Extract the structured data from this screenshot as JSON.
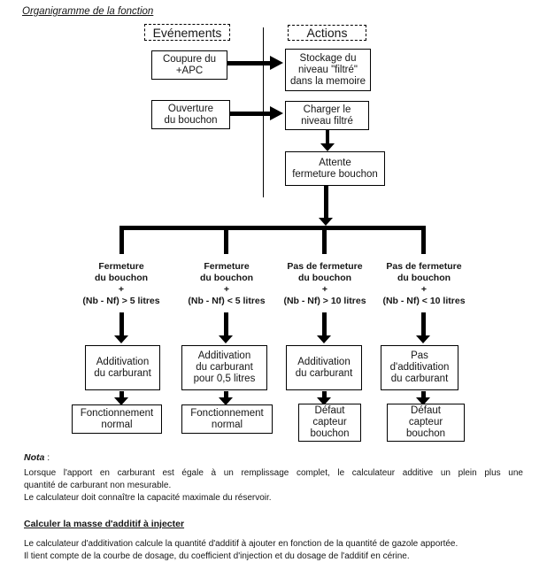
{
  "title": "Organigramme de la fonction",
  "diagram": {
    "headers": {
      "events": "Evénements",
      "actions": "Actions"
    },
    "nodes": {
      "coupure": [
        "Coupure du",
        "+APC"
      ],
      "stockage": [
        "Stockage du",
        "niveau \"filtré\"",
        "dans la memoire"
      ],
      "ouverture": [
        "Ouverture",
        "du bouchon"
      ],
      "charger": [
        "Charger le",
        "niveau filtré"
      ],
      "attente": [
        "Attente",
        "fermeture bouchon"
      ]
    },
    "branches": [
      {
        "condition": [
          "Fermeture",
          "du bouchon",
          "+",
          "(Nb - Nf) > 5 litres"
        ],
        "action": [
          "Additivation",
          "du carburant"
        ],
        "result": [
          "Fonctionnement",
          "normal"
        ]
      },
      {
        "condition": [
          "Fermeture",
          "du bouchon",
          "+",
          "(Nb - Nf) < 5 litres"
        ],
        "action": [
          "Additivation",
          "du carburant",
          "pour 0,5 litres"
        ],
        "result": [
          "Fonctionnement",
          "normal"
        ]
      },
      {
        "condition": [
          "Pas de fermeture",
          "du bouchon",
          "+",
          "(Nb - Nf) > 10 litres"
        ],
        "action": [
          "Additivation",
          "du carburant"
        ],
        "result": [
          "Défaut",
          "capteur",
          "bouchon"
        ]
      },
      {
        "condition": [
          "Pas de fermeture",
          "du bouchon",
          "+",
          "(Nb - Nf) < 10 litres"
        ],
        "action": [
          "Pas",
          "d'additivation",
          "du carburant"
        ],
        "result": [
          "Défaut",
          "capteur",
          "bouchon"
        ]
      }
    ]
  },
  "nota": {
    "label_word": "Nota",
    "label_colon": " :",
    "lines": [
      "Lorsque l'apport en carburant est égale à un remplissage complet, le calculateur additive un plein plus une",
      "quantité de carburant non mesurable.",
      "Le calculateur doit connaître la capacité maximale du réservoir."
    ]
  },
  "masse": {
    "heading": "Calculer la masse d'additif à injecter",
    "lines": [
      "Le calculateur d'additivation calcule la quantité d'additif à ajouter en fonction de la quantité de gazole apportée.",
      "Il tient compte de la courbe de dosage, du coefficient d'injection et du dosage de l'additif en cérine."
    ]
  }
}
